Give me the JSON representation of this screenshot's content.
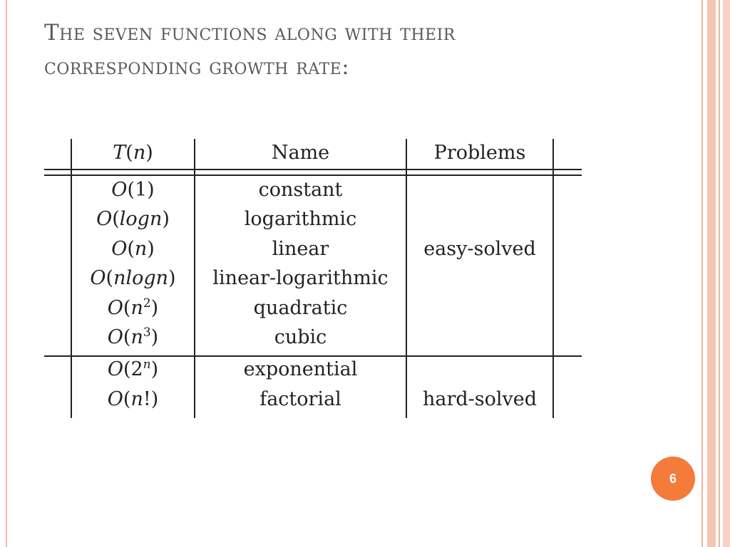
{
  "slide": {
    "title_line1": "The seven functions along with their",
    "title_line2": "corresponding growth rate:",
    "page_number": "6"
  },
  "table": {
    "headers": {
      "t": "T(n)",
      "name": "Name",
      "problems": "Problems"
    },
    "rows": [
      {
        "t": "O(1)",
        "name": "constant"
      },
      {
        "t": "O(logn)",
        "name": "logarithmic"
      },
      {
        "t": "O(n)",
        "name": "linear"
      },
      {
        "t": "O(nlogn)",
        "name": "linear-logarithmic"
      },
      {
        "t": "O(n2)",
        "name": "quadratic"
      },
      {
        "t": "O(n3)",
        "name": "cubic"
      },
      {
        "t": "O(2n)",
        "name": "exponential"
      },
      {
        "t": "O(n!)",
        "name": "factorial"
      }
    ],
    "groups": [
      {
        "label": "easy-solved"
      },
      {
        "label": "hard-solved"
      }
    ]
  },
  "colors": {
    "accent": "#f47b3a",
    "border": "#f3b8a3",
    "title": "#5a5a5a"
  }
}
